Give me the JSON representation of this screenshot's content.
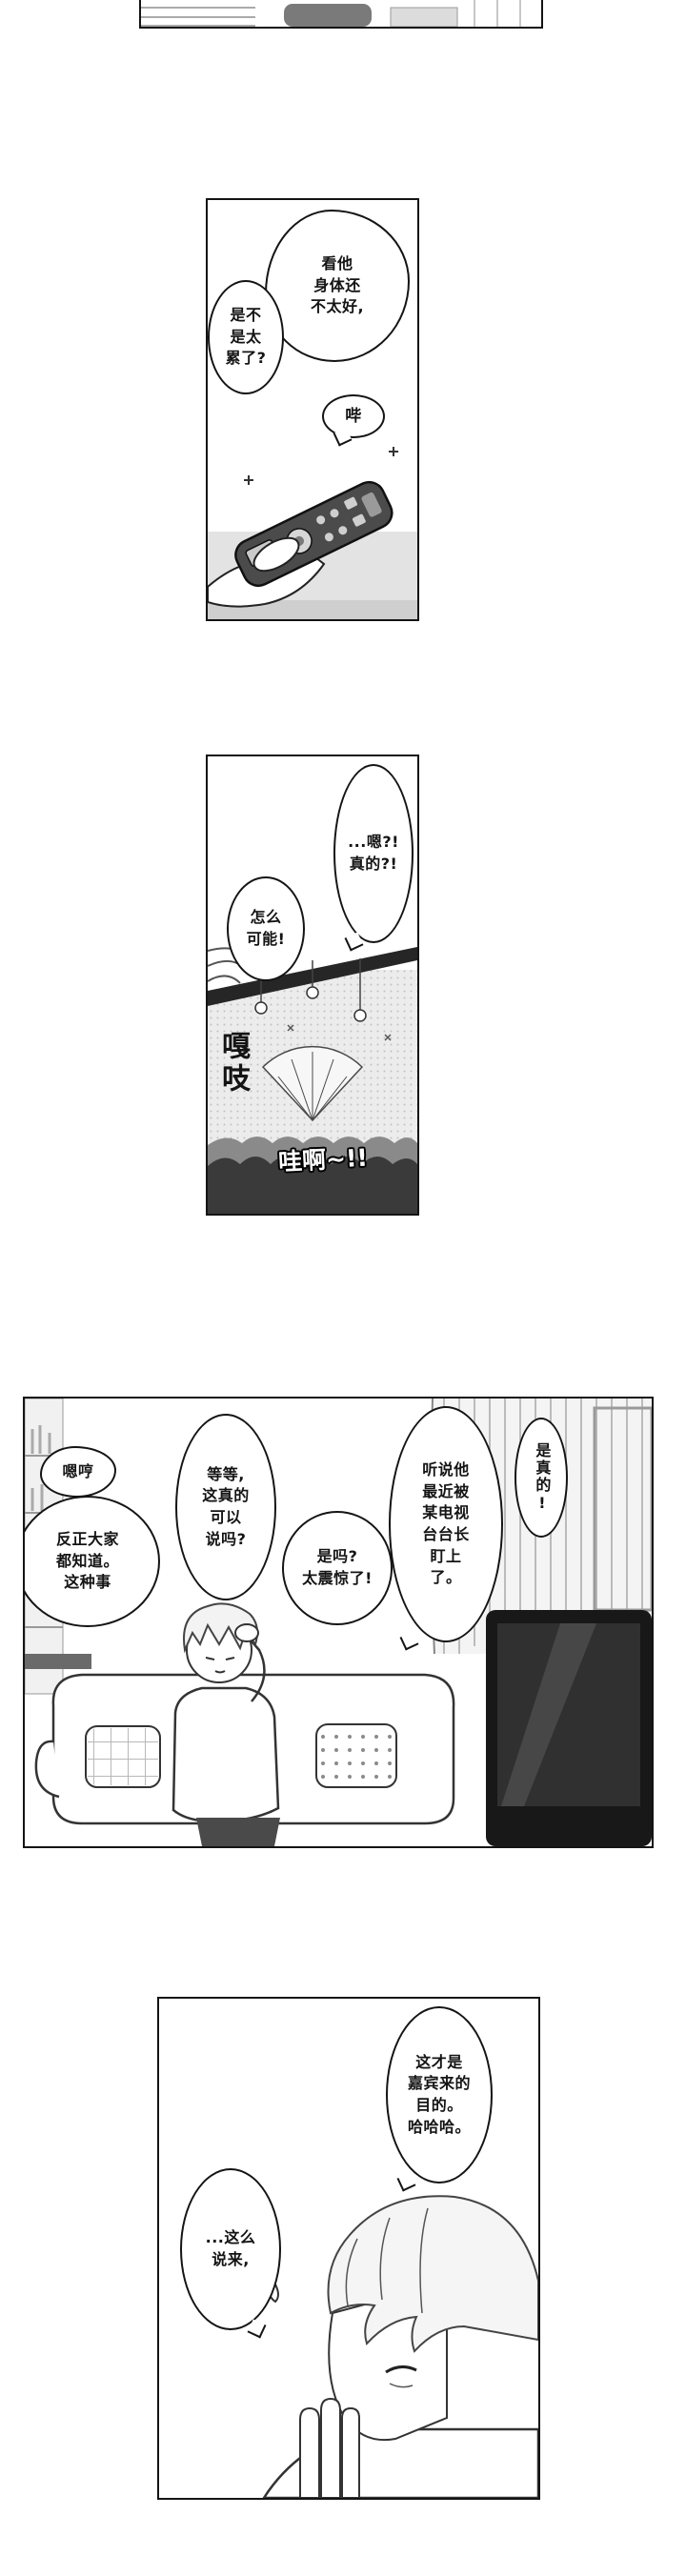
{
  "comic": {
    "panel1": {
      "bubble_condition": "看他\n身体还\n不太好,",
      "bubble_tired": "是不\n是太\n累了?",
      "sfx_beep": "哔"
    },
    "panel2": {
      "bubble_really": "...嗯?!\n真的?!",
      "bubble_impossible": "怎么\n可能!",
      "sfx_creak": "嘎吱",
      "sfx_crowd": "哇啊~!!"
    },
    "panel3": {
      "bubble_hmm": "嗯哼",
      "bubble_everyone_knows": "反正大家\n都知道。\n这种事",
      "bubble_wait": "等等,\n这真的\n可以\n说吗?",
      "bubble_shocking": "是吗?\n太震惊了!",
      "bubble_rumor": "听说他\n最近被\n某电视\n台台长\n盯上\n了。",
      "bubble_its_true": "是真的!"
    },
    "panel4": {
      "bubble_guest_purpose": "这才是\n嘉宾来的\n目的。\n哈哈哈。",
      "bubble_come_to_think": "...这么\n说来,"
    }
  }
}
